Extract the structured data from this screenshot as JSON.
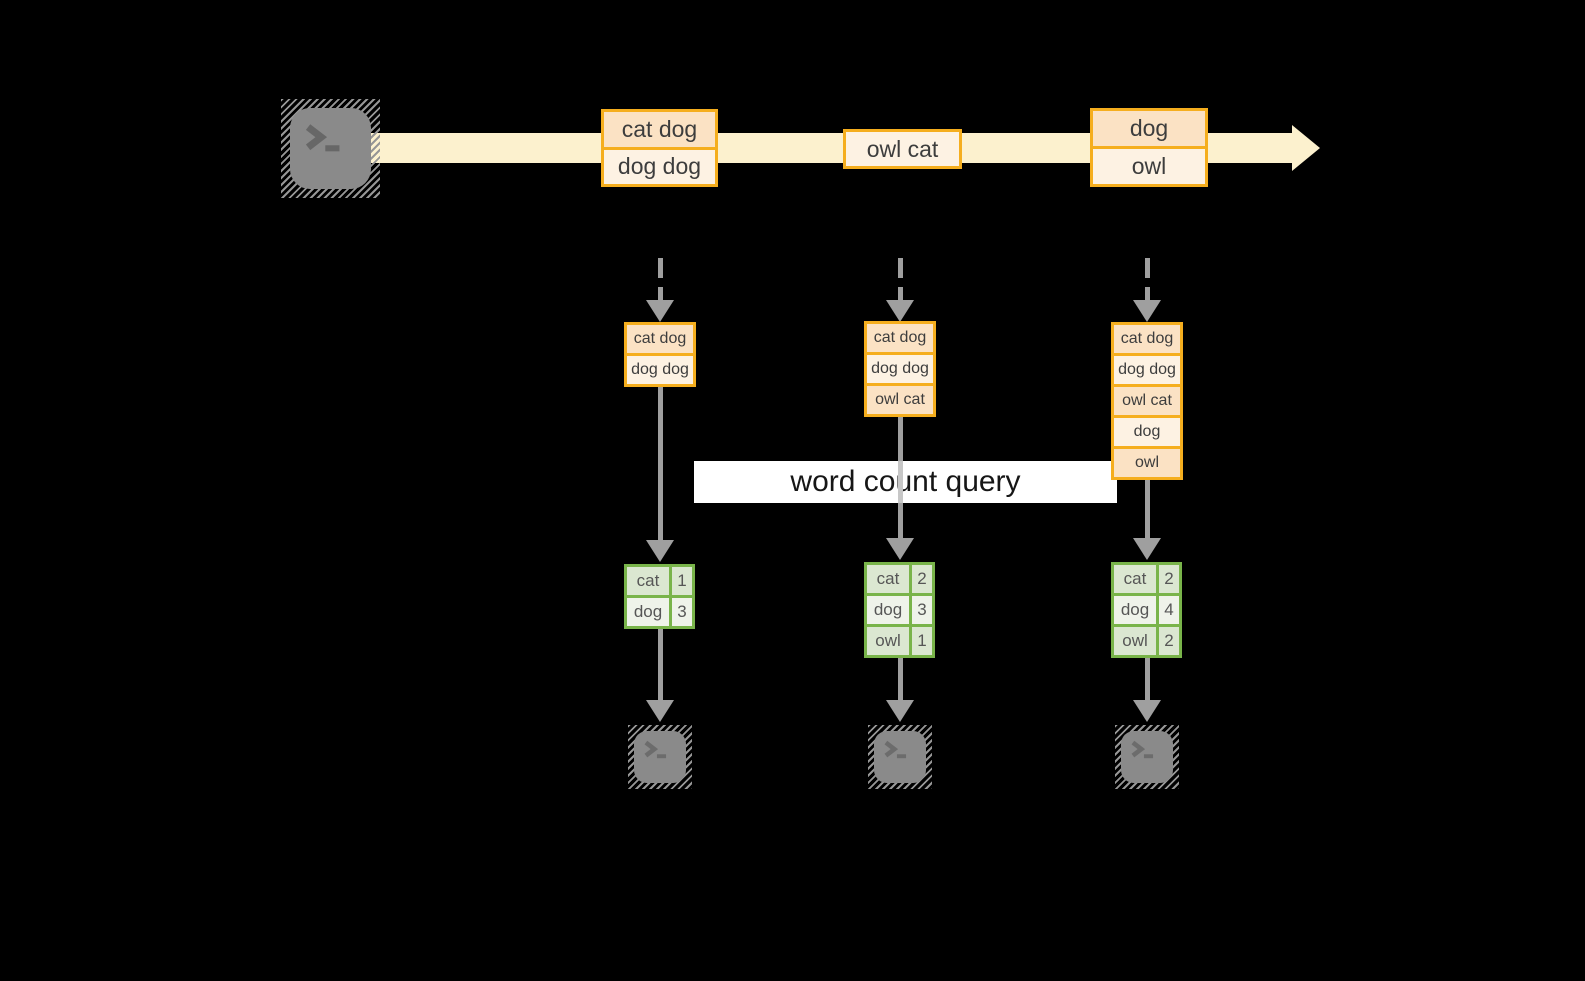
{
  "query_label": "word count query",
  "stream": {
    "source_icon": "terminal-icon",
    "batches": [
      {
        "rows": [
          "cat dog",
          "dog dog"
        ]
      },
      {
        "rows": [
          "owl cat"
        ]
      },
      {
        "rows": [
          "dog",
          "owl"
        ]
      }
    ]
  },
  "input_tables": [
    {
      "rows": [
        "cat dog",
        "dog dog"
      ]
    },
    {
      "rows": [
        "cat dog",
        "dog dog",
        "owl cat"
      ]
    },
    {
      "rows": [
        "cat dog",
        "dog dog",
        "owl cat",
        "dog",
        "owl"
      ]
    }
  ],
  "word_counts": [
    {
      "rows": [
        {
          "word": "cat",
          "count": "1"
        },
        {
          "word": "dog",
          "count": "3"
        }
      ]
    },
    {
      "rows": [
        {
          "word": "cat",
          "count": "2"
        },
        {
          "word": "dog",
          "count": "3"
        },
        {
          "word": "owl",
          "count": "1"
        }
      ]
    },
    {
      "rows": [
        {
          "word": "cat",
          "count": "2"
        },
        {
          "word": "dog",
          "count": "4"
        },
        {
          "word": "owl",
          "count": "2"
        }
      ]
    }
  ],
  "sink_icons": [
    "terminal-icon",
    "terminal-icon",
    "terminal-icon"
  ],
  "colors": {
    "background": "#000000",
    "stream_band": "#FCF1CE",
    "box_border": "#F5AE1E",
    "box_fill_dark": "#FBE2C4",
    "box_fill_light": "#FDF2E3",
    "table_border": "#79B44A",
    "table_fill_dark": "#DBE7D1",
    "table_fill_light": "#EFF3EA",
    "arrow_gray": "#9F9F9F",
    "terminal_gray": "#8A8A8A",
    "query_band_bg": "#FFFFFF"
  }
}
